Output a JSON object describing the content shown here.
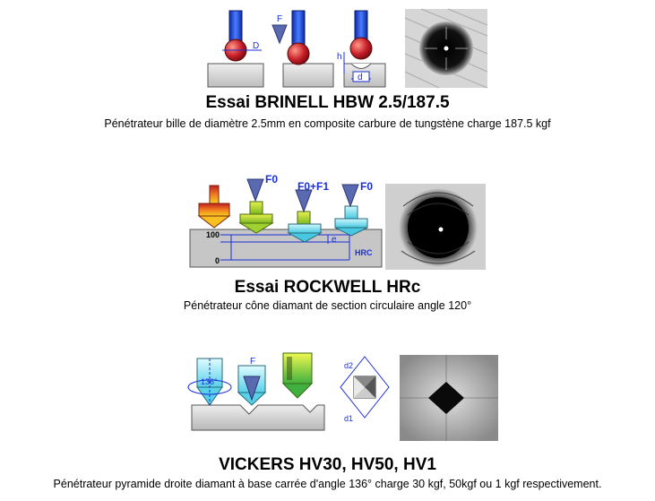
{
  "brinell": {
    "title": "Essai BRINELL HBW 2.5/187.5",
    "caption": "Pénétrateur bille de diamètre 2.5mm en composite carbure de tungstène charge 187.5 kgf",
    "labels": {
      "force": "F",
      "diameter": "D",
      "height": "h",
      "imprint": "d"
    }
  },
  "rockwell": {
    "title": "Essai ROCKWELL HRc",
    "caption": "Pénétrateur cône diamant de section circulaire angle 120°",
    "labels": {
      "f0_a": "F0",
      "f0f1": "F0+F1",
      "f0_b": "F0",
      "scale_100": "100",
      "scale_0": "0",
      "e": "e",
      "hrc": "HRC"
    }
  },
  "vickers": {
    "title": "VICKERS HV30, HV50, HV1",
    "caption": "Pénétrateur pyramide droite diamant à base carrée d'angle 136° charge 30 kgf,  50kgf ou 1 kgf respectivement.",
    "labels": {
      "angle": "136°",
      "force": "F",
      "d2": "d2",
      "d1": "d1"
    }
  },
  "colors": {
    "shaft": "#1e3fd0",
    "ball": "#c8202a",
    "block": "#cfcfcf",
    "annotation": "#1a2fd8",
    "arrow": "#3a4ea8"
  }
}
